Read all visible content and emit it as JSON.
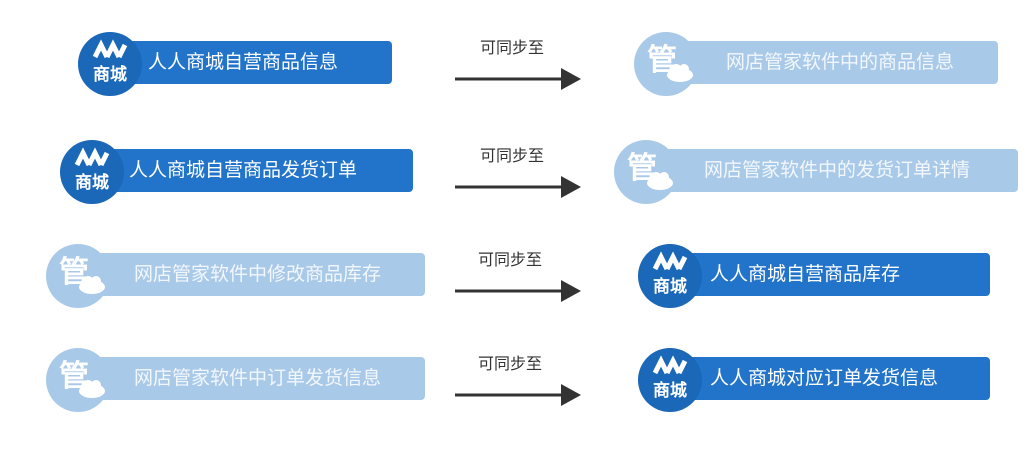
{
  "badges": {
    "mall_text": "商城",
    "manager_text": "管"
  },
  "flows": [
    {
      "source": {
        "label": "人人商城自营商品信息"
      },
      "arrow_label": "可同步至",
      "target": {
        "label": "网店管家软件中的商品信息"
      }
    },
    {
      "source": {
        "label": "人人商城自营商品发货订单"
      },
      "arrow_label": "可同步至",
      "target": {
        "label": "网店管家软件中的发货订单详情"
      }
    },
    {
      "source": {
        "label": "网店管家软件中修改商品库存"
      },
      "arrow_label": "可同步至",
      "target": {
        "label": "人人商城自营商品库存"
      }
    },
    {
      "source": {
        "label": "网店管家软件中订单发货信息"
      },
      "arrow_label": "可同步至",
      "target": {
        "label": "人人商城对应订单发货信息"
      }
    }
  ],
  "colors": {
    "mall_blue": "#2174c9",
    "mall_badge": "#1b67b8",
    "manager_light_blue": "#a9c9e8",
    "arrow": "#333333"
  }
}
